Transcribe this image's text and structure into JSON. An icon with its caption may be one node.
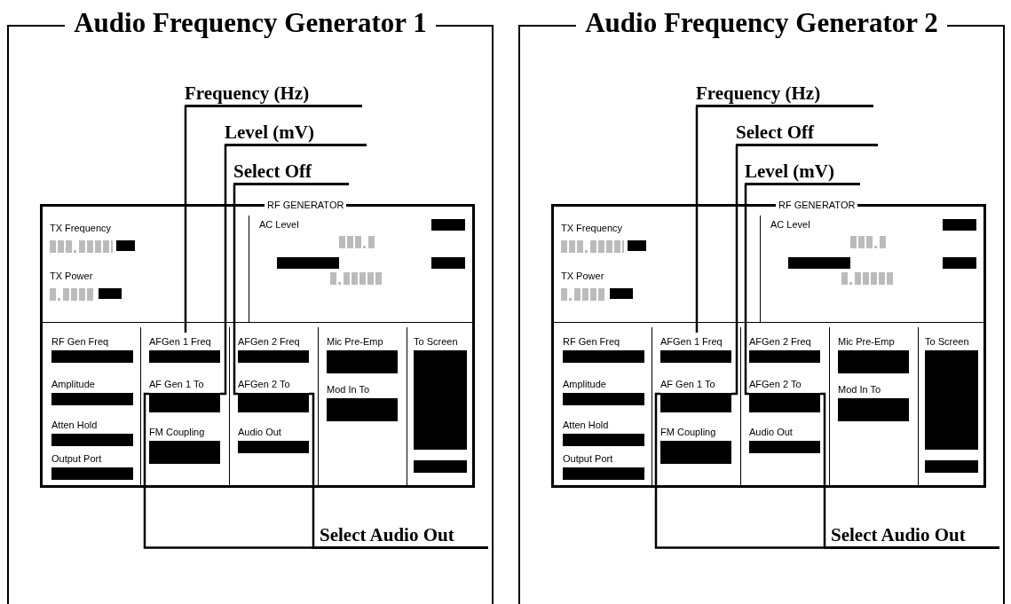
{
  "diagram": {
    "nodes": [
      {
        "text": [
          "Audio Frequency Generator 1"
        ]
      },
      {
        "text": [
          "Frequency (Hz)"
        ],
        "in": 0
      },
      {
        "text": [
          "Level (mV)"
        ],
        "in": 0
      },
      {
        "text": [
          "Select Off"
        ],
        "in": 0
      },
      {
        "text": [
          "RF GENERATOR"
        ],
        "in": 0
      },
      {
        "text": [
          "TX Frequency"
        ],
        "in": 4
      },
      {
        "text": [
          "TX Power"
        ],
        "in": 4
      },
      {
        "text": [
          "AC Level"
        ],
        "in": 4
      },
      {
        "text": [
          "RF Gen Freq"
        ],
        "in": 4
      },
      {
        "text": [
          "Amplitude"
        ],
        "in": 4
      },
      {
        "text": [
          "Atten Hold"
        ],
        "in": 4
      },
      {
        "text": [
          "Output Port"
        ],
        "in": 4
      },
      {
        "text": [
          "AFGen 1 Freq"
        ],
        "in": 4
      },
      {
        "text": [
          "AF Gen 1 To"
        ],
        "in": 4
      },
      {
        "text": [
          "FM Coupling"
        ],
        "in": 4
      },
      {
        "text": [
          "AFGen 2 Freq"
        ],
        "in": 4
      },
      {
        "text": [
          "AFGen 2 To"
        ],
        "in": 4
      },
      {
        "text": [
          "Audio Out"
        ],
        "in": 4
      },
      {
        "text": [
          "Mic Pre-Emp"
        ],
        "in": 4
      },
      {
        "text": [
          "Mod In To"
        ],
        "in": 4
      },
      {
        "text": [
          "To Screen"
        ],
        "in": 4
      },
      {
        "text": [
          "Select Audio Out"
        ],
        "in": 0
      },
      {
        "text": [
          "Audio Frequency Generator 2"
        ]
      },
      {
        "text": [
          "Frequency (Hz)"
        ],
        "in": 22
      },
      {
        "text": [
          "Select Off"
        ],
        "in": 22
      },
      {
        "text": [
          "Level (mV)"
        ],
        "in": 22
      },
      {
        "text": [
          "RF GENERATOR"
        ],
        "in": 22
      },
      {
        "text": [
          "TX Frequency"
        ],
        "in": 26
      },
      {
        "text": [
          "TX Power"
        ],
        "in": 26
      },
      {
        "text": [
          "AC Level"
        ],
        "in": 26
      },
      {
        "text": [
          "RF Gen Freq"
        ],
        "in": 26
      },
      {
        "text": [
          "Amplitude"
        ],
        "in": 26
      },
      {
        "text": [
          "Atten Hold"
        ],
        "in": 26
      },
      {
        "text": [
          "Output Port"
        ],
        "in": 26
      },
      {
        "text": [
          "AFGen 1 Freq"
        ],
        "in": 26
      },
      {
        "text": [
          "AF Gen 1 To"
        ],
        "in": 26
      },
      {
        "text": [
          "FM Coupling"
        ],
        "in": 26
      },
      {
        "text": [
          "AFGen 2 Freq"
        ],
        "in": 26
      },
      {
        "text": [
          "AFGen 2 To"
        ],
        "in": 26
      },
      {
        "text": [
          "Audio Out"
        ],
        "in": 26
      },
      {
        "text": [
          "Mic Pre-Emp"
        ],
        "in": 26
      },
      {
        "text": [
          "Mod In To"
        ],
        "in": 26
      },
      {
        "text": [
          "To Screen"
        ],
        "in": 26
      },
      {
        "text": [
          "Select Audio Out"
        ],
        "in": 22
      }
    ],
    "edges": [
      {
        "from": 1,
        "to": 12,
        "arrow": "none"
      },
      {
        "from": 2,
        "to": 13,
        "arrow": "none"
      },
      {
        "from": 3,
        "to": 16,
        "arrow": "none"
      },
      {
        "from": 21,
        "to": 13,
        "arrow": "none"
      },
      {
        "from": 21,
        "to": 16,
        "arrow": "none"
      },
      {
        "from": 23,
        "to": 34,
        "arrow": "none"
      },
      {
        "from": 24,
        "to": 35,
        "arrow": "none"
      },
      {
        "from": 25,
        "to": 38,
        "arrow": "none"
      },
      {
        "from": 43,
        "to": 35,
        "arrow": "none"
      },
      {
        "from": 43,
        "to": 38,
        "arrow": "none"
      }
    ]
  }
}
